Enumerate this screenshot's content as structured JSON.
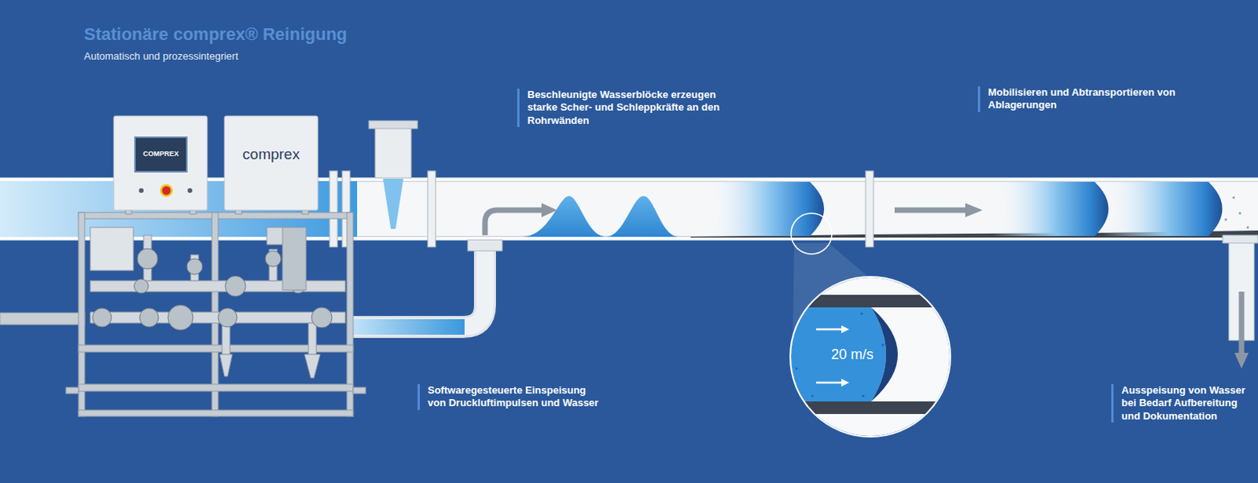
{
  "diagram": {
    "title": "Stationäre comprex® Reinigung",
    "labels": [
      "Automatisch und prozessintegriert",
      "COMPREX",
      "comprex",
      "Beschleunigte Wasserblöcke erzeugen starke Scher- und Schleppkräfte an den Rohrwänden",
      "Mobilisieren und Abtransportieren von Ablagerungen",
      "Softwaregesteuerte Einspeisung von Druckluftimpulsen und Wasser",
      "20 m/s",
      "Ausspeisung von Wasser bei Bedarf Aufbereitung und Dokumentation"
    ]
  }
}
